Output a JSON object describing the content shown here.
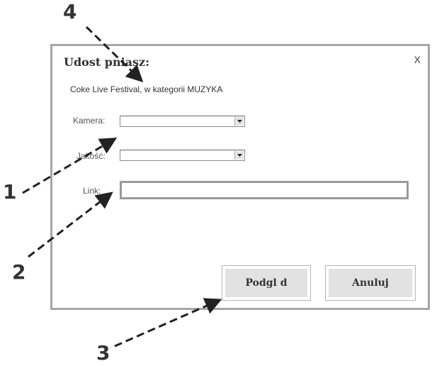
{
  "dialog": {
    "title": "Udost pniasz:",
    "close_label": "X",
    "subtitle": "Coke Live Festival, w kategorii MUZYKA"
  },
  "form": {
    "camera_label": "Kamera:",
    "camera_value": "",
    "quality_label": "Jakość:",
    "quality_value": "",
    "link_label": "Link:",
    "link_value": ""
  },
  "buttons": {
    "preview_label": "Podgl d",
    "cancel_label": "Anuluj"
  },
  "callouts": {
    "one": "1",
    "two": "2",
    "three": "3",
    "four": "4"
  },
  "colors": {
    "dialog_border": "#a6a6a6",
    "button_face": "#e2e2e2",
    "annotation": "#333333"
  }
}
